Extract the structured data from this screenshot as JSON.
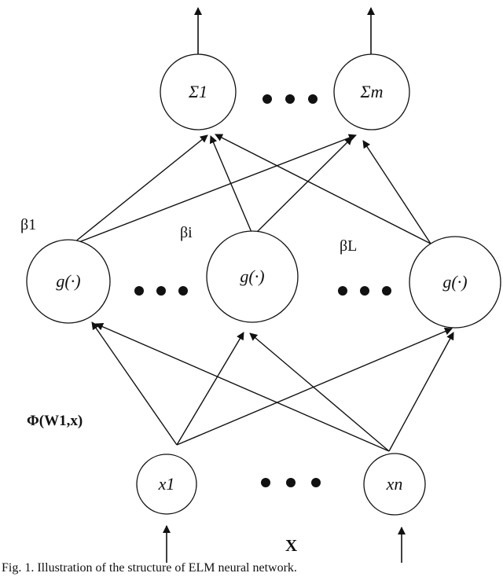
{
  "output_nodes": [
    "Σ1",
    "Σm"
  ],
  "hidden_nodes": [
    "g(·)",
    "g(·)",
    "g(·)"
  ],
  "input_nodes": [
    "x1",
    "xn"
  ],
  "weight_labels": [
    "β1",
    "βi",
    "βL"
  ],
  "hidden_mapping_label": "Φ(W1,x)",
  "input_vector_label": "X",
  "caption": "Fig. 1.  Illustration of the structure of ELM neural network."
}
